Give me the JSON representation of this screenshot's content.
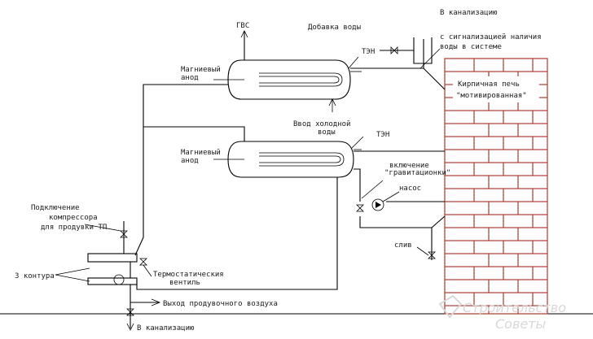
{
  "labels": {
    "gvs": "ГВС",
    "add_water": "Добавка воды",
    "to_sewer_top_1": "В канализацию",
    "to_sewer_top_2": "с сигнализацией наличия",
    "to_sewer_top_3": "воды в системе",
    "ten_top": "ТЭН",
    "mag_anode_top_1": "Магниевый",
    "mag_anode_top_2": "анод",
    "stove_1": "Кирпичная печь",
    "stove_2": "\"мотивированная\"",
    "cold_in_1": "Ввод холодной",
    "cold_in_2": "воды",
    "ten_bottom": "ТЭН",
    "mag_anode_bottom_1": "Магниевый",
    "mag_anode_bottom_2": "анод",
    "gravity_1": "включение",
    "gravity_2": "\"гравитационки\"",
    "pump": "насос",
    "compressor_1": "Подключение",
    "compressor_2": "компрессора",
    "compressor_3": "для продувки ТП",
    "drain": "слив",
    "three_circuits": "3 контура",
    "thermo_valve_1": "Термостатическия",
    "thermo_valve_2": "вентиль",
    "air_out": "Выход продувочного воздуха",
    "to_sewer_bottom": "В канализацию"
  },
  "watermark": {
    "line1": "Строительство",
    "line2": "Советы"
  },
  "colors": {
    "brick": "#b0463d",
    "line": "#000000",
    "watermark": "#d8d8d8"
  }
}
